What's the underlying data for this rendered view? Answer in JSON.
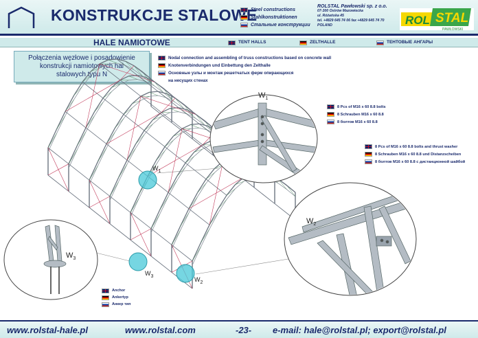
{
  "header": {
    "title": "KONSTRUKCJE STALOWE",
    "languages": [
      {
        "flag": "gb",
        "label": "Steel constructions"
      },
      {
        "flag": "de",
        "label": "Stahlkonstruktionen"
      },
      {
        "flag": "ru",
        "label": "Стальные конструкции"
      }
    ],
    "company": {
      "name": "ROLSTAL Pawłowski sp. z o.o.",
      "street": "07-300 Ostrów Mazowiecka",
      "address": "ul. Różańska 45",
      "phone": "tel. +4829 645 74 06  fax +4829 645 74 70",
      "country": "POLAND"
    },
    "logo": {
      "part1": "ROL",
      "part2": "STAL",
      "sub": "PAWŁOWSKI",
      "yellow": "#f5d800",
      "green": "#3aa64a"
    }
  },
  "subheader": {
    "title": "HALE NAMIOTOWE",
    "langs": [
      {
        "flag": "gb",
        "label": "TENT HALLS"
      },
      {
        "flag": "de",
        "label": "ZELTHALLE"
      },
      {
        "flag": "ru",
        "label": "ТЕНТОВЫЕ АНГАРЫ"
      }
    ]
  },
  "intro": {
    "title_lines": [
      "Połączenia węzłowe i posadowienie",
      "konstrukcji namiotowych hal",
      "stalowych typu N"
    ],
    "notes": [
      {
        "flag": "gb",
        "text": "Nodal connection and assembling of truss constructions based on concrete wall"
      },
      {
        "flag": "de",
        "text": "Knotenverbindungen und Einbettung den Zelthalle"
      },
      {
        "flag": "ru",
        "text": "Основные узлы и монтаж решетчатых ферм опирающихся"
      }
    ],
    "notes_cont": "на несущих стенах"
  },
  "details": {
    "w1": {
      "label": "W",
      "sub": "1",
      "spec": [
        {
          "flag": "gb",
          "text": "8 Pcs of M16 x 60  8.8 bolts"
        },
        {
          "flag": "de",
          "text": "8 Schrauben M16 x 60  8.8"
        },
        {
          "flag": "ru",
          "text": "8 болтов M16 x 60  8.8"
        }
      ]
    },
    "w2": {
      "label": "W",
      "sub": "2",
      "spec": [
        {
          "flag": "gb",
          "text": "8 Pcs of M16 x 60  8.8 bolts and thrust washer"
        },
        {
          "flag": "de",
          "text": "8 Schrauben M16 x 60  8.8 und Distanzscheiben"
        },
        {
          "flag": "ru",
          "text": "8 болтов M16 x 60  8.8 с дистанционной шайбой"
        }
      ]
    },
    "w3": {
      "label": "W",
      "sub": "3",
      "spec": [
        {
          "flag": "gb",
          "text": "Anchor"
        },
        {
          "flag": "de",
          "text": "Ankertyp"
        },
        {
          "flag": "ru",
          "text": "Анкер тип"
        }
      ]
    },
    "marker_labels": [
      {
        "label": "W",
        "sub": "1"
      },
      {
        "label": "W",
        "sub": "3"
      },
      {
        "label": "W",
        "sub": "2"
      }
    ]
  },
  "footer": {
    "site1": "www.rolstal-hale.pl",
    "site2": "www.rolstal.com",
    "page": "-23-",
    "email": "e-mail: hale@rolstal.pl; export@rolstal.pl"
  },
  "colors": {
    "navy": "#1a2a6c",
    "panel": "#cfeaea",
    "marker": "#48c8d8",
    "truss": "#6b7480",
    "brace": "#c23a5a"
  }
}
